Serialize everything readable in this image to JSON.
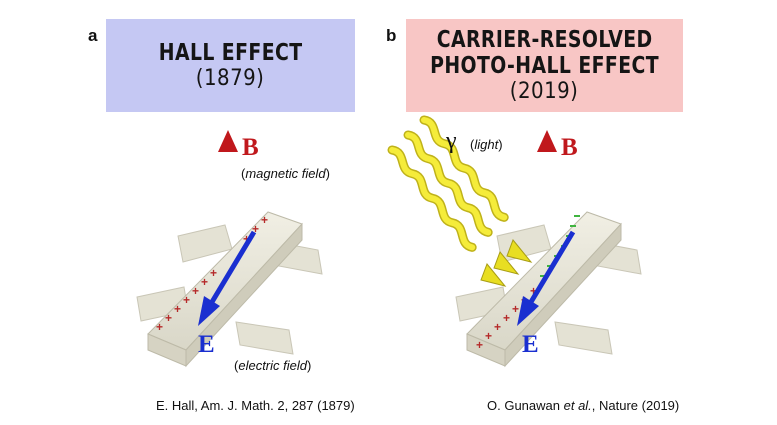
{
  "panel_a": {
    "letter": "a",
    "title": "HALL EFFECT",
    "year": "(1879)",
    "b_label": "B",
    "b_desc": "magnetic field",
    "e_label": "E",
    "e_desc": "electric field",
    "citation": "E. Hall, Am. J. Math. 2, 287 (1879)"
  },
  "panel_b": {
    "letter": "b",
    "title_line1": "CARRIER-RESOLVED",
    "title_line2": "PHOTO-HALL EFFECT",
    "year": "(2019)",
    "gamma": "γ",
    "gamma_desc": "light",
    "b_label": "B",
    "e_label": "E",
    "citation_author": "O. Gunawan ",
    "citation_etal": "et al.",
    "citation_rest": ", Nature (2019)"
  },
  "colors": {
    "box_a": "#c5c8f3",
    "box_b": "#f8c6c5",
    "b_arrow": "#c0181c",
    "e_arrow": "#1a2fd0",
    "light": "#f2ea2a",
    "charge_plus": "#b52a2a",
    "charge_minus": "#3fb43f"
  }
}
